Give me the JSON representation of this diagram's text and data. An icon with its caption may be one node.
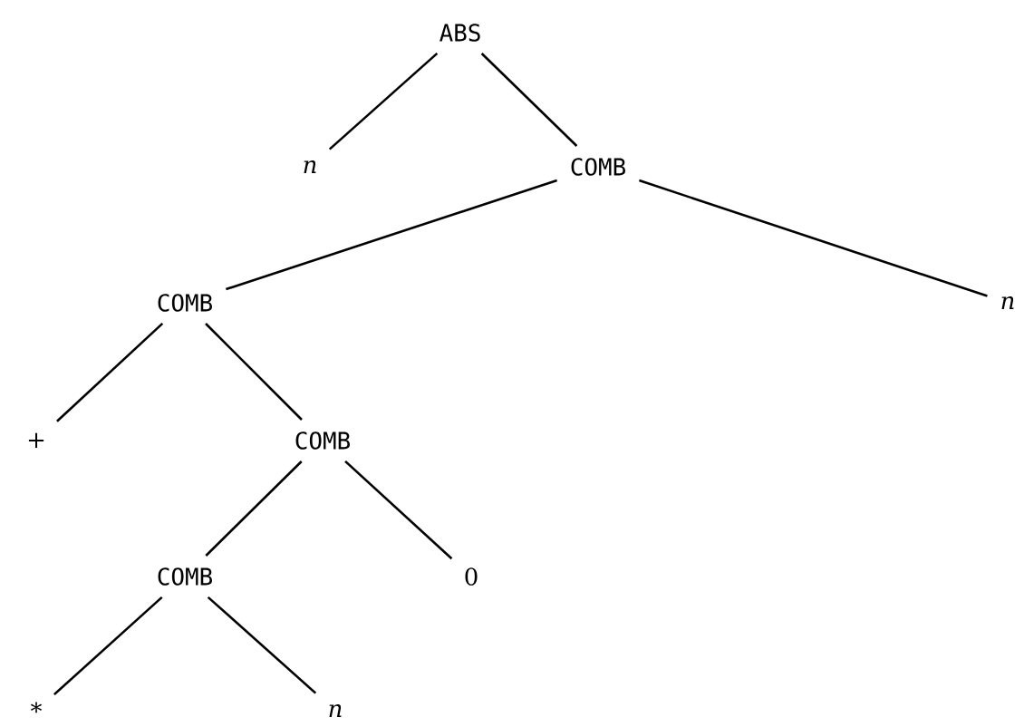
{
  "diagram": {
    "nodes": [
      {
        "text": [
          "ABS"
        ]
      },
      {
        "text": [
          "n"
        ]
      },
      {
        "text": [
          "COMB"
        ]
      },
      {
        "text": [
          "COMB"
        ]
      },
      {
        "text": [
          "n"
        ]
      },
      {
        "text": [
          "+"
        ]
      },
      {
        "text": [
          "COMB"
        ]
      },
      {
        "text": [
          "COMB"
        ]
      },
      {
        "text": [
          "0"
        ]
      },
      {
        "text": [
          "*"
        ]
      },
      {
        "text": [
          "n"
        ]
      }
    ],
    "edges": [
      {
        "from": 0,
        "to": 1,
        "arrow": "none"
      },
      {
        "from": 0,
        "to": 2,
        "arrow": "none"
      },
      {
        "from": 2,
        "to": 3,
        "arrow": "none"
      },
      {
        "from": 2,
        "to": 4,
        "arrow": "none"
      },
      {
        "from": 3,
        "to": 5,
        "arrow": "none"
      },
      {
        "from": 3,
        "to": 6,
        "arrow": "none"
      },
      {
        "from": 6,
        "to": 7,
        "arrow": "none"
      },
      {
        "from": 6,
        "to": 8,
        "arrow": "none"
      },
      {
        "from": 7,
        "to": 9,
        "arrow": "none"
      },
      {
        "from": 7,
        "to": 10,
        "arrow": "none"
      }
    ]
  }
}
